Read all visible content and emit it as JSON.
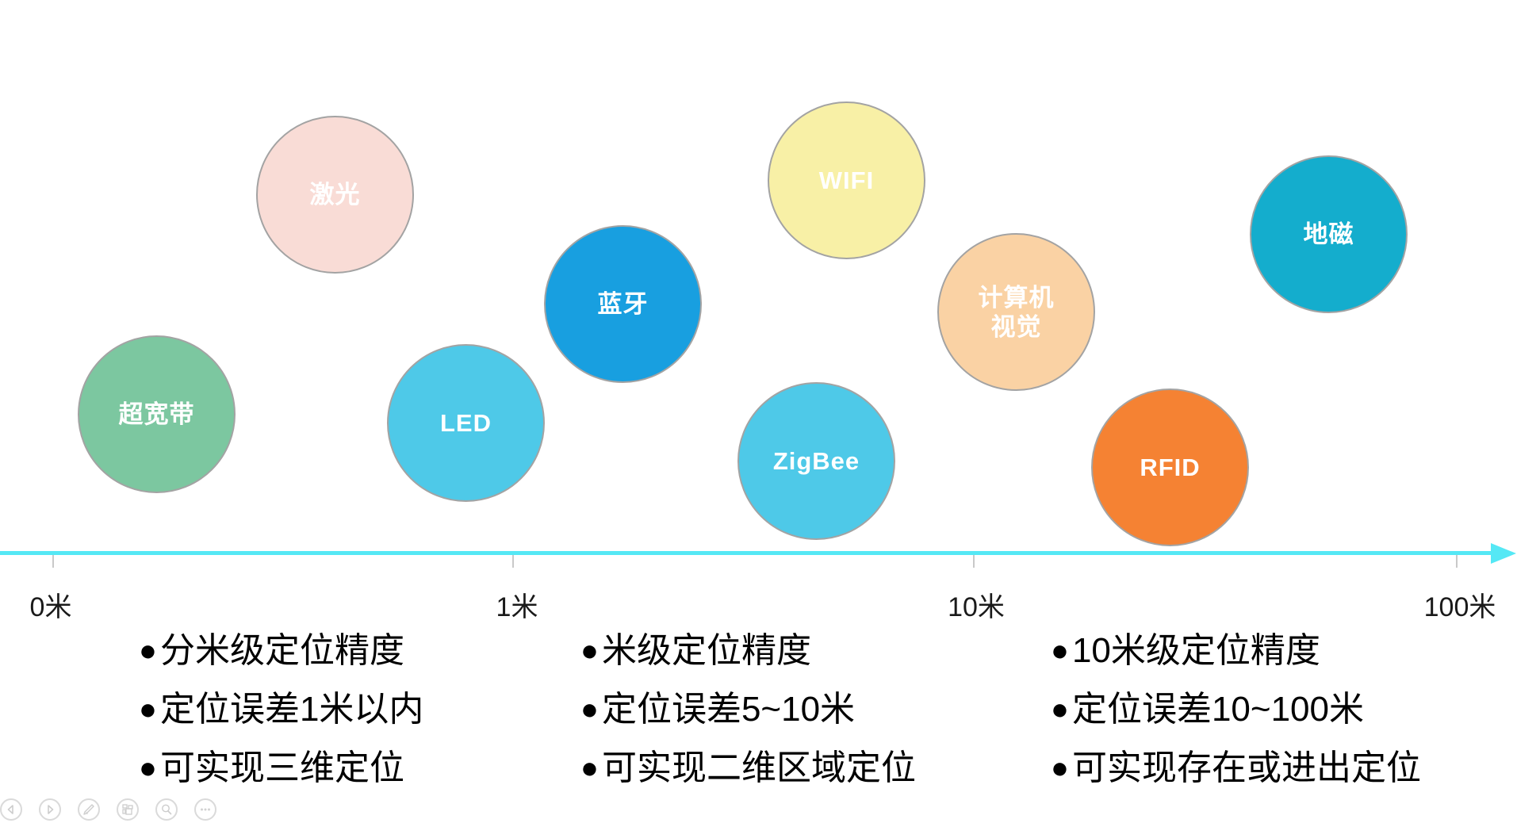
{
  "bubbles": [
    {
      "label": "激光",
      "color": "#F9DCD6"
    },
    {
      "label": "超宽带",
      "color": "#7CC7A0"
    },
    {
      "label": "LED",
      "color": "#4EC9E8"
    },
    {
      "label": "蓝牙",
      "color": "#189FE0"
    },
    {
      "label": "WIFI",
      "color": "#F8F0A6"
    },
    {
      "label": "计算机\n视觉",
      "color": "#FAD2A4"
    },
    {
      "label": "ZigBee",
      "color": "#4EC9E8"
    },
    {
      "label": "RFID",
      "color": "#F58233"
    },
    {
      "label": "地磁",
      "color": "#14ADCD"
    }
  ],
  "axis": {
    "color": "#55E8F5",
    "tick_color": "#C9C9C9",
    "tick_labels": [
      "0米",
      "1米",
      "10米",
      "100米"
    ]
  },
  "bullet": "●",
  "legend_columns": [
    {
      "items": [
        "分米级定位精度",
        "定位误差1米以内",
        "可实现三维定位"
      ]
    },
    {
      "items": [
        "米级定位精度",
        "定位误差5~10米",
        "可实现二维区域定位"
      ]
    },
    {
      "items": [
        "10米级定位精度",
        "定位误差10~100米",
        "可实现存在或进出定位"
      ]
    }
  ],
  "toolbar": {
    "icons": [
      "previous-slide",
      "next-slide",
      "pen",
      "slide-panel",
      "magnifier",
      "more"
    ]
  }
}
